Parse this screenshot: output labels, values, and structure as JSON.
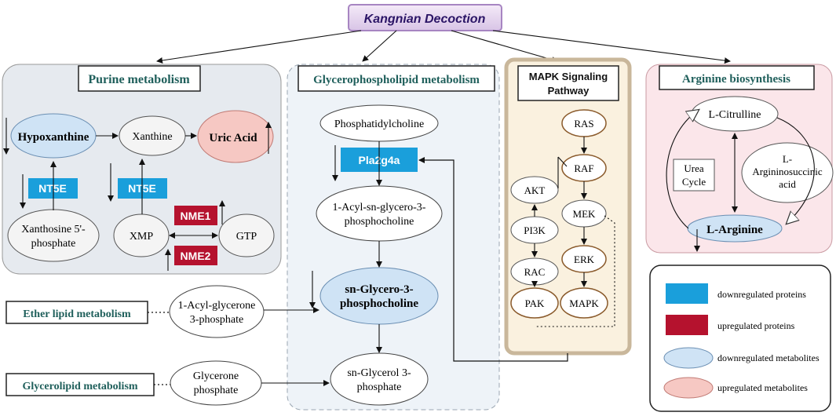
{
  "title": "Kangnian Decoction",
  "panels": {
    "purine": {
      "title": "Purine metabolism",
      "hypoxanthine": "Hypoxanthine",
      "xanthine": "Xanthine",
      "uric_acid": "Uric Acid",
      "nt5e_left": "NT5E",
      "nt5e_right": "NT5E",
      "xanthosine_line1": "Xanthosine 5'-",
      "xanthosine_line2": "phosphate",
      "xmp": "XMP",
      "gtp": "GTP",
      "nme1": "NME1",
      "nme2": "NME2"
    },
    "glycero": {
      "title": "Glycerophospholipid metabolism",
      "phosphatidylcholine": "Phosphatidylcholine",
      "pla2g4a": "Pla2g4a",
      "acyl_gpc_line1": "1-Acyl-sn-glycero-3-",
      "acyl_gpc_line2": "phosphocholine",
      "sn_gpc_line1": "sn-Glycero-3-",
      "sn_gpc_line2": "phosphocholine",
      "sn_g3p_line1": "sn-Glycerol 3-",
      "sn_g3p_line2": "phosphate"
    },
    "mapk": {
      "title_line1": "MAPK Signaling",
      "title_line2": "Pathway",
      "ras": "RAS",
      "raf": "RAF",
      "akt": "AKT",
      "mek": "MEK",
      "pi3k": "PI3K",
      "erk": "ERK",
      "rac": "RAC",
      "pak": "PAK",
      "mapk": "MAPK"
    },
    "arginine": {
      "title": "Arginine biosynthesis",
      "citrulline": "L-Citrulline",
      "urea_line1": "Urea",
      "urea_line2": "Cycle",
      "argsucc_line1": "L-",
      "argsucc_line2": "Argininosuccinic",
      "argsucc_line3": "acid",
      "arginine": "L-Arginine"
    },
    "ether": {
      "title": "Ether lipid metabolism",
      "node_line1": "1-Acyl-glycerone",
      "node_line2": "3-phosphate"
    },
    "glycerolipid": {
      "title": "Glycerolipid metabolism",
      "node_line1": "Glycerone",
      "node_line2": "phosphate"
    }
  },
  "legend": {
    "items": [
      {
        "label": "downregulated proteins",
        "color": "#1a9fdb"
      },
      {
        "label": "upregulated proteins",
        "color": "#b5122e"
      },
      {
        "label": "downregulated metabolites",
        "color": "#cfe3f5"
      },
      {
        "label": "upregulated metabolites",
        "color": "#f6c8c3"
      }
    ]
  },
  "colors": {
    "title_text": "#2b1566",
    "panel_title": "#1f5f5b",
    "protein_down": "#1a9fdb",
    "protein_up": "#b5122e",
    "metabolite_down": "#cfe3f5",
    "metabolite_up": "#f6c8c3",
    "mapk_border": "#c9b79b",
    "mapk_fill": "#faf1df",
    "mapk_node_border": "#8a5a2b"
  }
}
